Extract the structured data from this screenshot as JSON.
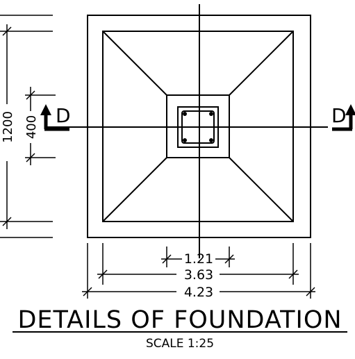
{
  "drawing": {
    "title": "DETAILS OF FOUNDATION",
    "scale": "SCALE 1:25",
    "dimensions": {
      "column_width": "1.21",
      "footing_top_width": "3.63",
      "footing_base_width": "4.23",
      "footing_depth": "1200",
      "column_depth": "400"
    },
    "section_markers": {
      "left": "D",
      "right": "D"
    }
  }
}
